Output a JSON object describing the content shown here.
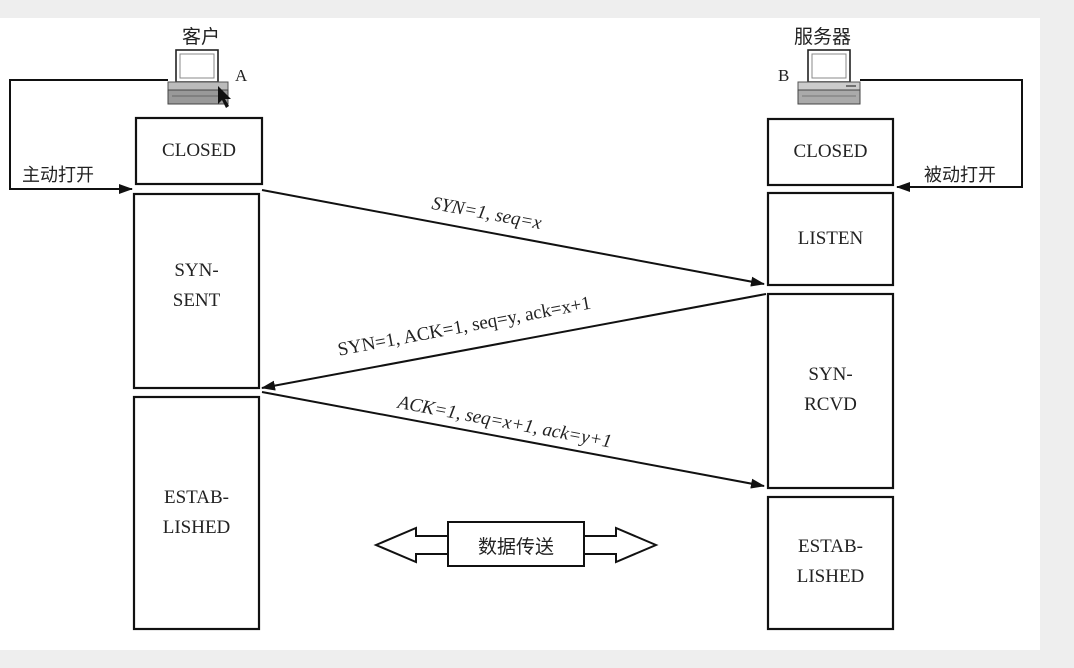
{
  "client": {
    "title": "客户",
    "host_letter": "A",
    "open_label": "主动打开",
    "states": {
      "closed": "CLOSED",
      "syn_sent_1": "SYN-",
      "syn_sent_2": "SENT",
      "established_1": "ESTAB-",
      "established_2": "LISHED"
    }
  },
  "server": {
    "title": "服务器",
    "host_letter": "B",
    "open_label": "被动打开",
    "states": {
      "closed": "CLOSED",
      "listen": "LISTEN",
      "syn_rcvd_1": "SYN-",
      "syn_rcvd_2": "RCVD",
      "established_1": "ESTAB-",
      "established_2": "LISHED"
    }
  },
  "messages": {
    "first": "SYN=1, seq=x",
    "second": "SYN=1, ACK=1, seq=y, ack=x+1",
    "third": "ACK=1, seq=x+1, ack=y+1"
  },
  "data_transfer": "数据传送"
}
